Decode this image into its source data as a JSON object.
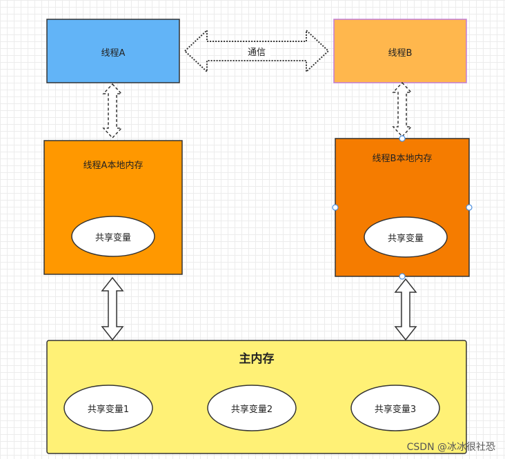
{
  "thread_a": {
    "label": "线程A",
    "fill": "#62b4f7"
  },
  "thread_b": {
    "label": "线程B",
    "fill": "#ffb74d",
    "border": "#c07cd8"
  },
  "communication": {
    "label": "通信"
  },
  "local_mem_a": {
    "label": "线程A本地内存",
    "fill": "#ff9800",
    "var_label": "共享变量"
  },
  "local_mem_b": {
    "label": "线程B本地内存",
    "fill": "#f57c00",
    "var_label": "共享变量"
  },
  "main_memory": {
    "title": "主内存",
    "fill": "#fff176",
    "vars": [
      "共享变量1",
      "共享变量2",
      "共享变量3"
    ]
  },
  "watermark": "CSDN @冰冰很社恐"
}
